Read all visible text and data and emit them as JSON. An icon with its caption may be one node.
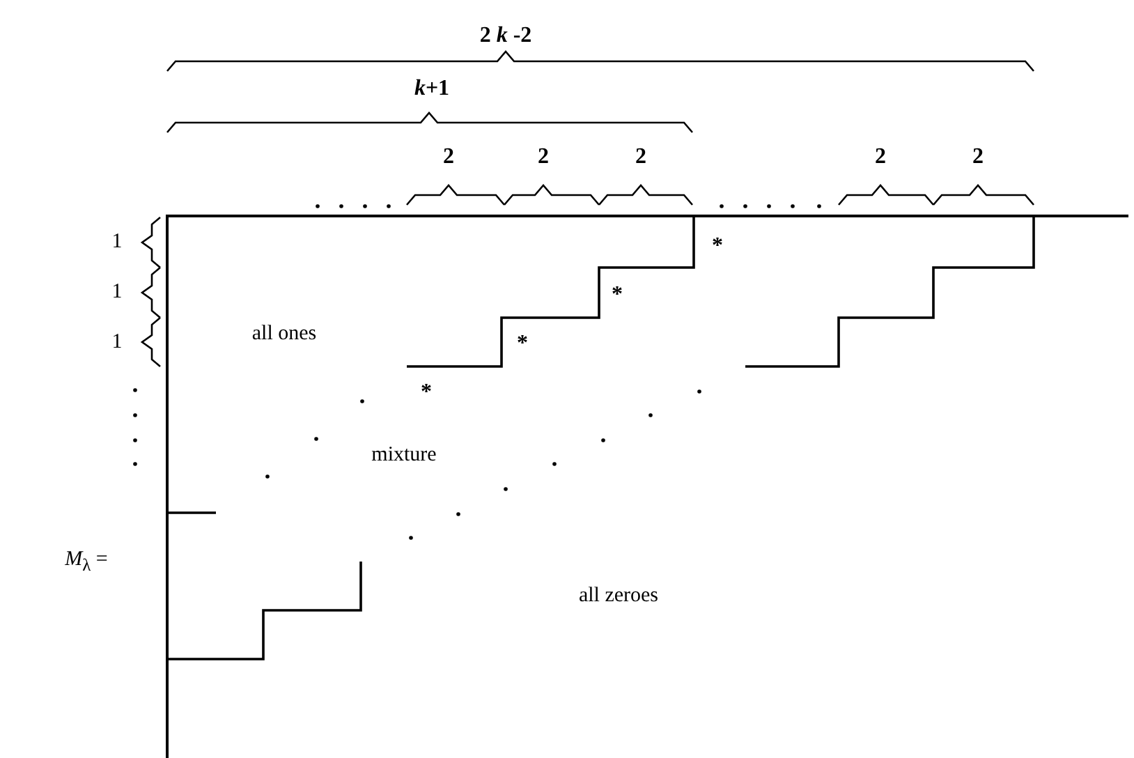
{
  "diagram": {
    "labels": [
      "2 *k* -2",
      "*k*+1",
      "2",
      "2",
      "2",
      "2",
      "2",
      "1",
      "1",
      "1",
      "*",
      "*",
      "*",
      "*",
      "all ones",
      "mixture",
      "*M*$_{λ}$ =",
      "all zeroes"
    ]
  }
}
